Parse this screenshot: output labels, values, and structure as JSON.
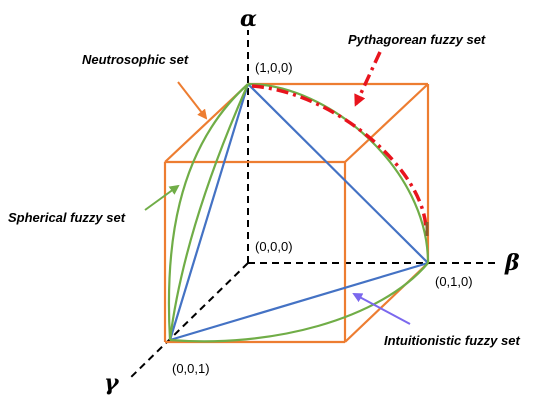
{
  "axes": {
    "alpha": "α",
    "beta": "β",
    "gamma": "γ"
  },
  "points": {
    "origin": "(0,0,0)",
    "alpha_unit": "(1,0,0)",
    "beta_unit": "(0,1,0)",
    "gamma_unit": "(0,0,1)"
  },
  "labels": {
    "neutrosophic": "Neutrosophic set",
    "pythagorean": "Pythagorean fuzzy set",
    "spherical": "Spherical fuzzy set",
    "intuitionistic": "Intuitionistic fuzzy set"
  },
  "colors": {
    "neutrosophic": "#ed7d31",
    "pythagorean": "#e8141d",
    "spherical": "#70ad47",
    "intuitionistic": "#4472c4",
    "intuitionistic_arrow": "#7b68ee",
    "axes": "#000000"
  }
}
